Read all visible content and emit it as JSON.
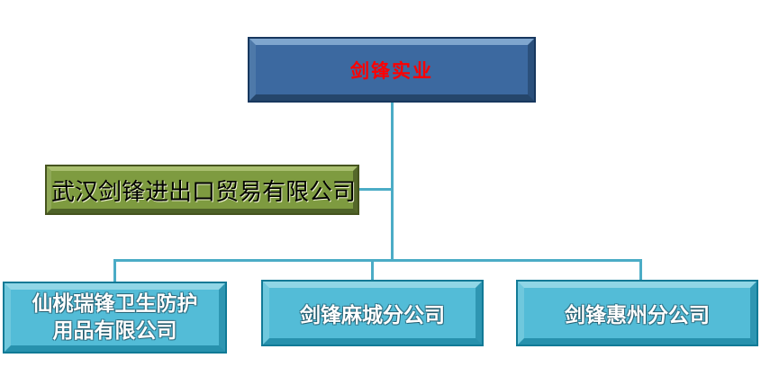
{
  "org_chart": {
    "type": "organization-chart",
    "root": {
      "label": "剑锋实业",
      "fill_color": "#3c69a0",
      "text_color": "#fe0000"
    },
    "assistant": {
      "label": "武汉剑锋进出口贸易有限公司",
      "fill_color": "#7e9b40",
      "text_color": "#000000"
    },
    "children": [
      {
        "label": "仙桃瑞锋卫生防护用品有限公司",
        "lines": [
          "仙桃瑞锋卫生防护",
          "用品有限公司"
        ],
        "fill_color": "#53bcd7",
        "text_color": "#ffffff"
      },
      {
        "label": "剑锋麻城分公司",
        "lines": [
          "剑锋麻城分公司"
        ],
        "fill_color": "#53bcd7",
        "text_color": "#ffffff"
      },
      {
        "label": "剑锋惠州分公司",
        "lines": [
          "剑锋惠州分公司"
        ],
        "fill_color": "#53bcd7",
        "text_color": "#ffffff"
      }
    ],
    "connector_color": "#4bacc6",
    "background_color": "#ffffff"
  }
}
